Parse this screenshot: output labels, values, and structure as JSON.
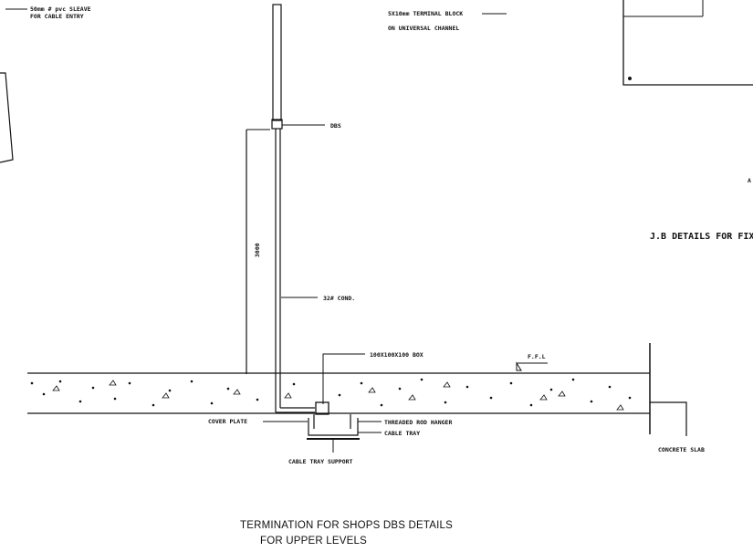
{
  "labels": {
    "sleave_line1": "50mm # pvc SLEAVE",
    "sleave_line2": "FOR CABLE ENTRY",
    "terminal_line1": "5X10mm TERMINAL BLOCK",
    "terminal_line2": "ON UNIVERSAL CHANNEL",
    "dbs": "DBS",
    "conduit": "32# COND.",
    "height_dim": "3000",
    "box": "100X100X100 BOX",
    "ffl": "F.F.L",
    "cover_plate": "COVER PLATE",
    "threaded_rod": "THREADED ROD HANGER",
    "cable_tray": "CABLE TRAY",
    "cable_tray_support": "CABLE TRAY SUPPORT",
    "concrete_slab": "CONCRETE SLAB",
    "jb_details": "J.B DETAILS FOR FIX",
    "corner_mark": "A"
  },
  "caption": {
    "line1": "TERMINATION FOR SHOPS DBS DETAILS",
    "line2": "FOR UPPER LEVELS"
  }
}
